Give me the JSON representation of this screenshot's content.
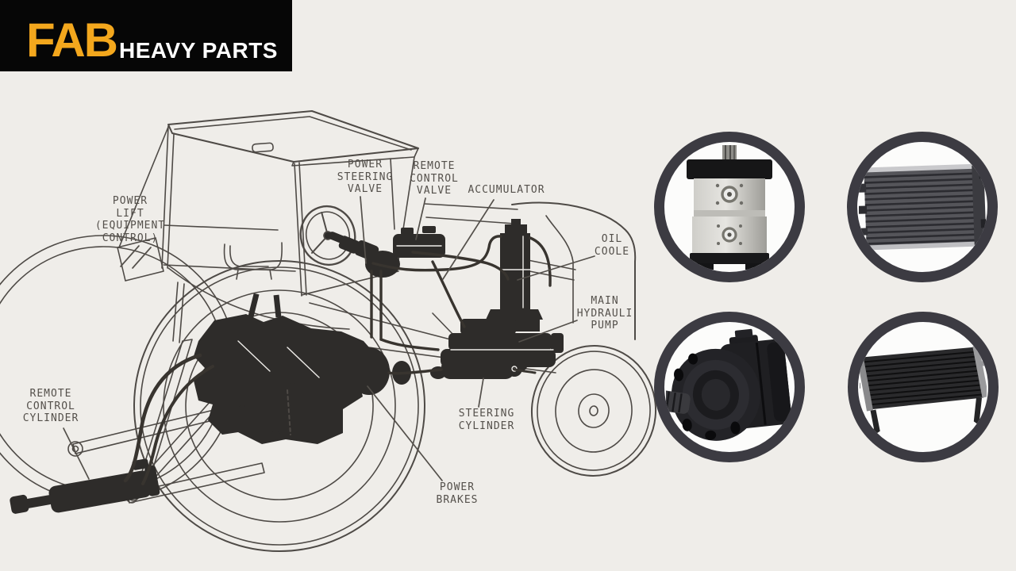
{
  "page": {
    "background": "#EFEDE9"
  },
  "logo": {
    "brand": "FAB",
    "tagline": "HEAVY PARTS",
    "colors": {
      "bg": "#060606",
      "brand": "#F3A71D",
      "tagline": "#FFFFFF"
    }
  },
  "diagram": {
    "subject": "tractor-hydraulic-system-cutaway-line-drawing",
    "line_color": "#4E4A46",
    "component_fill_color": "#2E2C2A",
    "labels": {
      "power_lift": "POWER\nLIFT\n(EQUIPMENT\nCONTROL)",
      "power_steering_valve": "POWER\nSTEERING\nVALVE",
      "remote_control_valve": "REMOTE\nCONTROL\nVALVE",
      "accumulator": "ACCUMULATOR",
      "oil_cooler": "OIL\nCOOLE",
      "main_hydraulic_pump": "MAIN\nHYDRAULI\nPUMP",
      "remote_control_cylinder": "REMOTE\nCONTROL\nCYLINDER",
      "steering_cylinder": "STEERING\nCYLINDER",
      "power_brakes": "POWER\nBRAKES"
    }
  },
  "products": {
    "ring_color": "#3C3B42",
    "items": [
      {
        "name": "hydraulic-gear-pump-photo"
      },
      {
        "name": "radiator-photo"
      },
      {
        "name": "hydraulic-orbital-motor-photo"
      },
      {
        "name": "oil-cooler-condenser-photo"
      }
    ]
  }
}
